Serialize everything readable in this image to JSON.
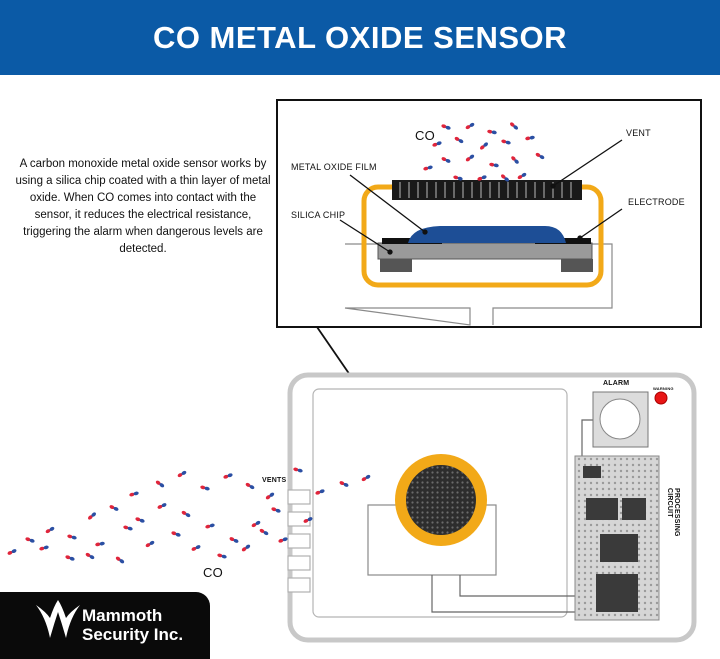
{
  "header": {
    "title": "CO METAL OXIDE SENSOR"
  },
  "description": "A carbon monoxide metal oxide sensor works by using a silica chip coated with a thin layer of metal oxide. When CO comes into contact with the sensor, it reduces the electrical resistance, triggering the alarm when dangerous levels are detected.",
  "detail_labels": {
    "co": "CO",
    "vent": "VENT",
    "metal_oxide_film": "METAL OXIDE FILM",
    "silica_chip": "SILICA CHIP",
    "electrode": "ELECTRODE"
  },
  "device_labels": {
    "alarm": "ALARM",
    "indicator": "WARNING",
    "processing_circuit": "PROCESSING CIRCUIT",
    "vents": "VENTS",
    "co": "CO"
  },
  "logo": {
    "line1": "Mammoth",
    "line2": "Security Inc."
  },
  "colors": {
    "header_blue": "#0b5aa6",
    "housing_gold": "#f2a918",
    "film_blue": "#1d4e96",
    "molecule_red": "#e0253b",
    "molecule_blue": "#2b4fa3",
    "alarm_red": "#e81515",
    "device_frame": "#c8c8c8"
  }
}
